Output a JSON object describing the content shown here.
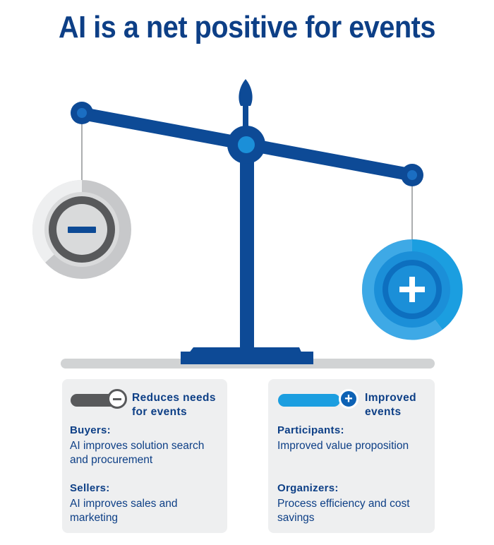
{
  "title": "AI is a net positive for events",
  "colors": {
    "navy": "#0d3f86",
    "beam": "#0d4a96",
    "blue": "#1b9ee0",
    "gray_dark": "#58595b",
    "gray_light": "#c7c8ca",
    "card_bg": "#eeeff0"
  },
  "scale": {
    "left_weight_icon": "minus-icon",
    "right_weight_icon": "plus-icon"
  },
  "negative": {
    "heading": "Reduces needs for events",
    "icon": "minus-icon",
    "sections": [
      {
        "title": "Buyers:",
        "text": "AI improves solution search and procurement"
      },
      {
        "title": "Sellers:",
        "text": "AI improves sales and marketing"
      }
    ]
  },
  "positive": {
    "heading": "Improved events",
    "icon": "plus-icon",
    "knob_symbol": "+",
    "sections": [
      {
        "title": "Participants:",
        "text": "Improved value proposition"
      },
      {
        "title": "Organizers:",
        "text": "Process efficiency and cost savings"
      }
    ]
  }
}
